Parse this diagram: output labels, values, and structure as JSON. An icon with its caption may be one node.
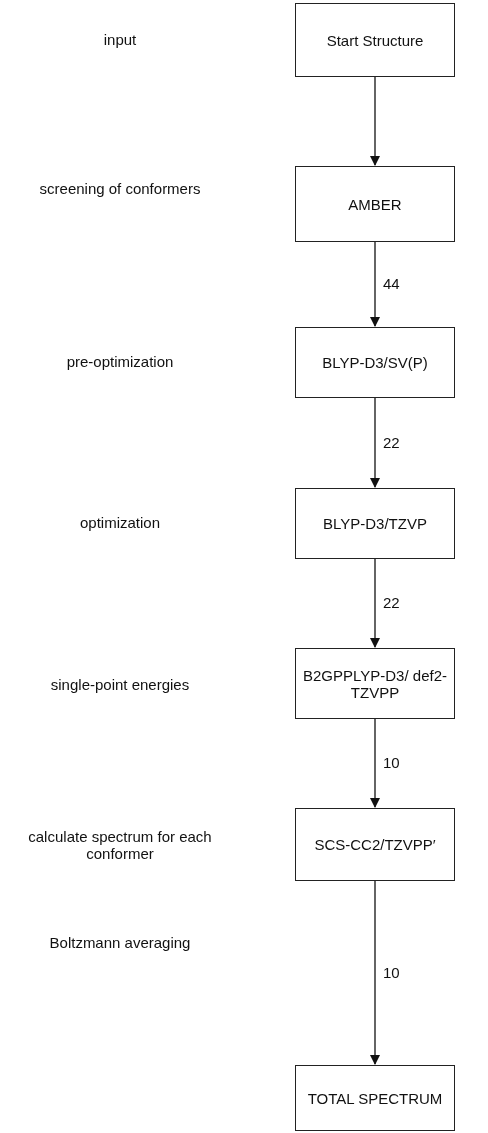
{
  "diagram": {
    "nodes": [
      {
        "text": [
          "Start Structure"
        ]
      },
      {
        "text": [
          "AMBER"
        ]
      },
      {
        "text": [
          "BLYP-D3/SV(P)"
        ]
      },
      {
        "text": [
          "BLYP-D3/TZVP"
        ]
      },
      {
        "text": [
          "B2GPPLYP-D3/ def2-TZVPP"
        ]
      },
      {
        "text": [
          "SCS-CC2/TZVPP′"
        ]
      },
      {
        "text": [
          "TOTAL SPECTRUM"
        ]
      }
    ],
    "edges": [
      {
        "from": 0,
        "to": 1,
        "arrow": "to"
      },
      {
        "from": 1,
        "to": 2,
        "arrow": "to",
        "label": "44"
      },
      {
        "from": 2,
        "to": 3,
        "arrow": "to",
        "label": "22"
      },
      {
        "from": 3,
        "to": 4,
        "arrow": "to",
        "label": "22"
      },
      {
        "from": 4,
        "to": 5,
        "arrow": "to",
        "label": "10"
      },
      {
        "from": 5,
        "to": 6,
        "arrow": "to",
        "label": "10"
      }
    ],
    "labels": [
      "input",
      "screening of conformers",
      "pre-optimization",
      "optimization",
      "single-point energies",
      "calculate spectrum for each conformer",
      "Boltzmann averaging"
    ]
  }
}
